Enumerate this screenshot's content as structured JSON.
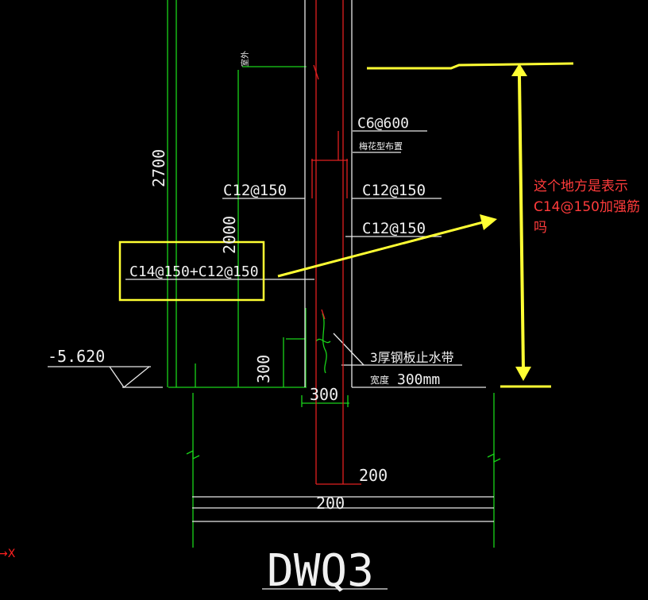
{
  "drawing": {
    "title": "DWQ3",
    "elevation": "-5.620",
    "dimensions": {
      "total_height": "2700",
      "inner_height": "2000",
      "base_height": "300",
      "wall_thickness": "300",
      "right_offset": "200",
      "slab_thickness": "200"
    },
    "callouts": {
      "top_label": "室外",
      "tie_bars": "C6@600",
      "tie_note": "梅花型布置",
      "left_bars": "C12@150",
      "right_bars_upper": "C12@150",
      "right_bars_lower": "C12@150",
      "highlighted_bars": "C14@150+C12@150",
      "waterstop": "3厚钢板止水带",
      "waterstop_prefix": "宽度",
      "waterstop_width": "300mm"
    }
  },
  "annotation": {
    "question": "这个地方是表示C14@150加强筋吗",
    "highlight_color": "#ffff33",
    "text_color": "#ff3b3b"
  },
  "axis_label": "→X"
}
